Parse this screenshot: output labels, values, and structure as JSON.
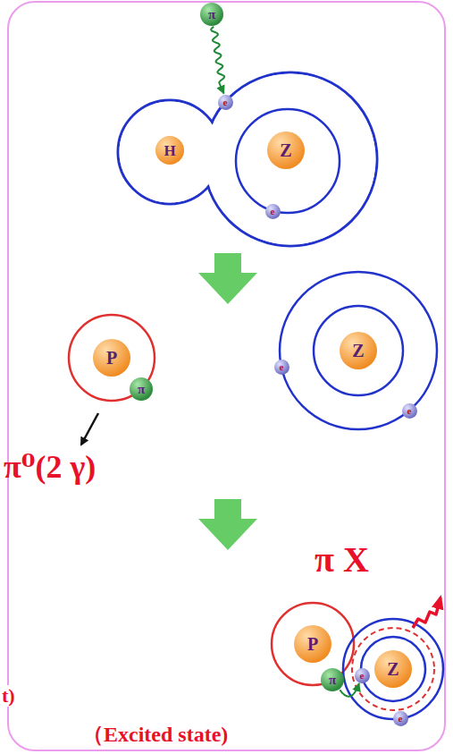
{
  "diagram": {
    "nodes": [
      {
        "text": [
          "π"
        ]
      },
      {
        "text": [
          "e"
        ]
      },
      {
        "text": [
          "H"
        ]
      },
      {
        "text": [
          "Z"
        ]
      },
      {
        "text": [
          "e"
        ]
      },
      {
        "text": [
          "P"
        ]
      },
      {
        "text": [
          "π"
        ]
      },
      {
        "text": [
          "e"
        ]
      },
      {
        "text": [
          "Z"
        ]
      },
      {
        "text": [
          "e"
        ]
      },
      {
        "text": [
          "P"
        ]
      },
      {
        "text": [
          "π"
        ]
      },
      {
        "text": [
          "e"
        ]
      },
      {
        "text": [
          "Z"
        ]
      },
      {
        "text": [
          "e"
        ]
      }
    ],
    "edges": [
      {
        "from": 0,
        "to": 1,
        "arrow": "to"
      },
      {
        "from": 11,
        "to": 12,
        "arrow": "to"
      }
    ],
    "labels": [
      "π⁰(2 γ)",
      "π X",
      "t)",
      "（Excited state)"
    ]
  }
}
